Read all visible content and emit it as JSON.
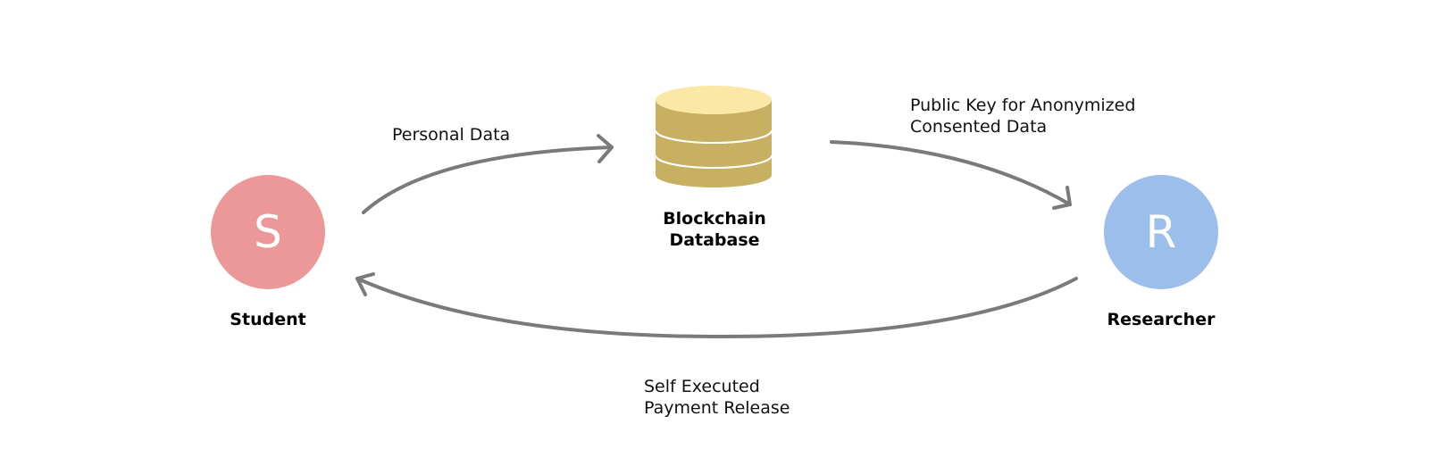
{
  "nodes": {
    "student": {
      "letter": "S",
      "label": "Student",
      "color": "#ec9899"
    },
    "researcher": {
      "letter": "R",
      "label": "Researcher",
      "color": "#9bbeeb"
    },
    "database": {
      "label_line1": "Blockchain",
      "label_line2": "Database",
      "top_color": "#fce8a6",
      "body_color": "#c8b062"
    }
  },
  "edges": {
    "personal_data": "Personal Data",
    "public_key_line1": "Public Key for Anonymized",
    "public_key_line2": "Consented Data",
    "payment_line1": "Self Executed",
    "payment_line2": "Payment Release",
    "arrow_color": "#7a7a7a"
  }
}
